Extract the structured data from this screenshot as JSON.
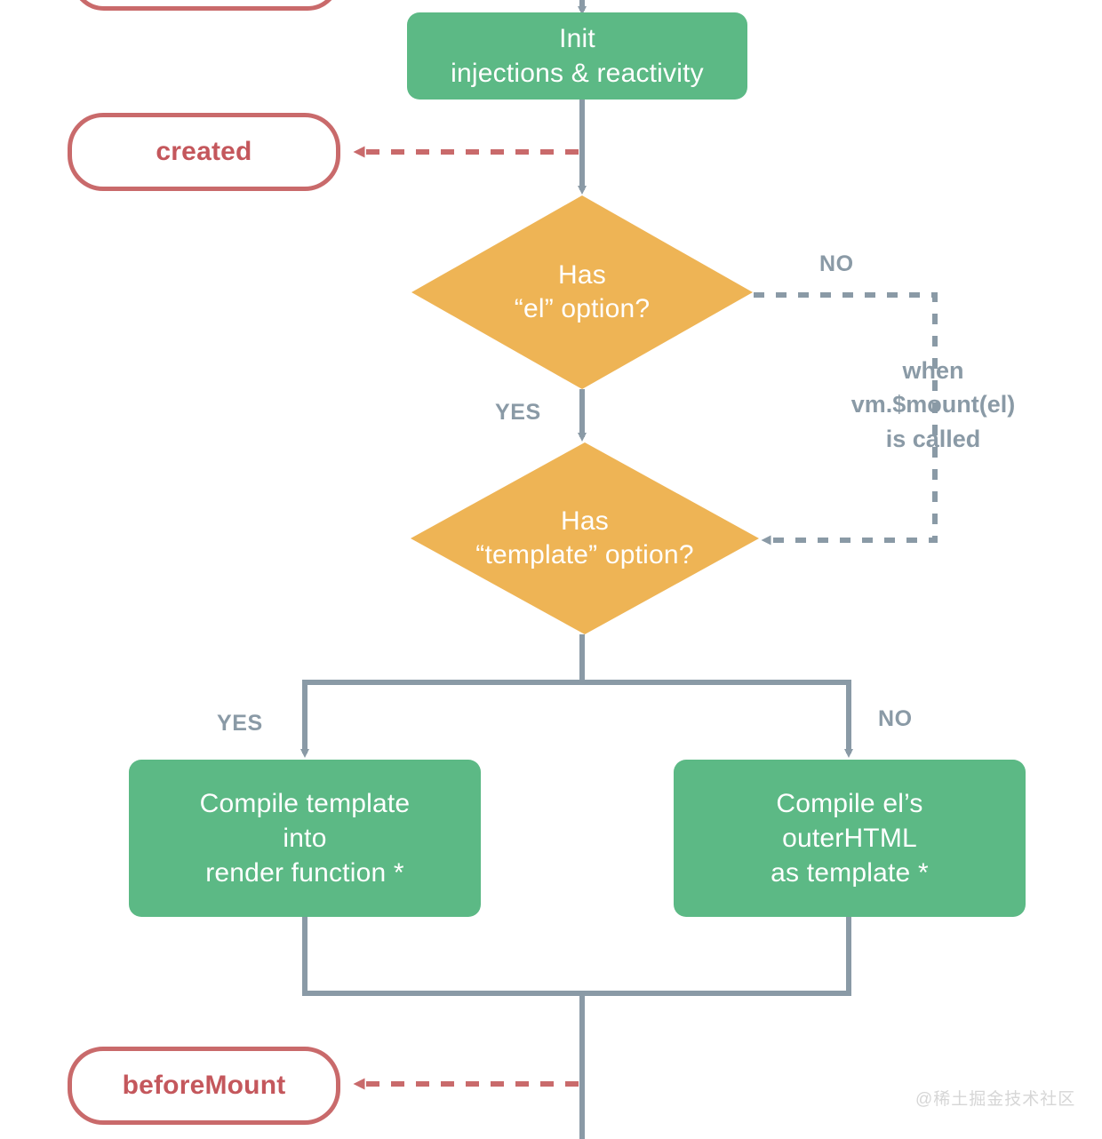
{
  "diagram": {
    "title": "Vue Lifecycle Diagram Fragment",
    "colors": {
      "process_green": "#5cb985",
      "decision_orange": "#eeb455",
      "hook_red": "#c96a6b",
      "hook_text_red": "#c4575c",
      "connector_gray": "#8a9aa6",
      "background": "#ffffff",
      "watermark_gray": "#d6d6d6"
    },
    "nodes": {
      "top_hook_partial": {
        "label": "",
        "type": "lifecycle-hook",
        "note": "partially visible pill cropped at top edge"
      },
      "init_injections": {
        "line1": "Init",
        "line2": "injections & reactivity",
        "type": "process"
      },
      "created_hook": {
        "label": "created",
        "type": "lifecycle-hook"
      },
      "has_el_decision": {
        "line1": "Has",
        "line2": "“el” option?",
        "type": "decision"
      },
      "has_template_decision": {
        "line1": "Has",
        "line2": "“template” option?",
        "type": "decision"
      },
      "compile_template": {
        "line1": "Compile template",
        "line2": "into",
        "line3": "render function *",
        "type": "process"
      },
      "compile_outerhtml": {
        "line1": "Compile el’s",
        "line2": "outerHTML",
        "line3": "as template *",
        "type": "process"
      },
      "before_mount_hook": {
        "label": "beforeMount",
        "type": "lifecycle-hook"
      }
    },
    "edge_labels": {
      "el_no": "NO",
      "el_yes": "YES",
      "template_yes": "YES",
      "template_no": "NO"
    },
    "annotations": {
      "mount_note": "when\nvm.$mount(el)\nis called"
    },
    "watermark": "@稀土掘金技术社区"
  }
}
